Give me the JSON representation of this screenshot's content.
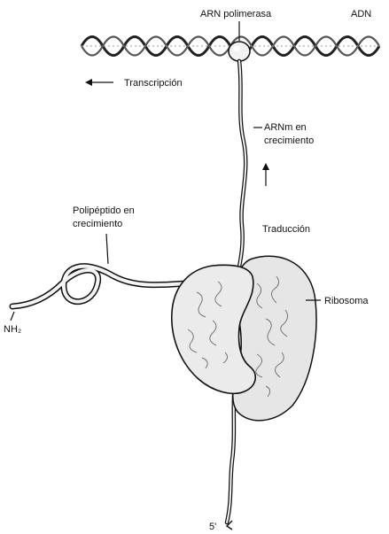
{
  "labels": {
    "polymerase": "ARN polimerasa",
    "dna": "ADN",
    "transcription": "Transcripción",
    "mrna_line1": "ARNm en",
    "mrna_line2": "crecimiento",
    "translation": "Traducción",
    "polypeptide_line1": "Polipéptido en",
    "polypeptide_line2": "crecimiento",
    "ribosome": "Ribosoma",
    "amino_end": "NH₂",
    "five_prime": "5'"
  }
}
